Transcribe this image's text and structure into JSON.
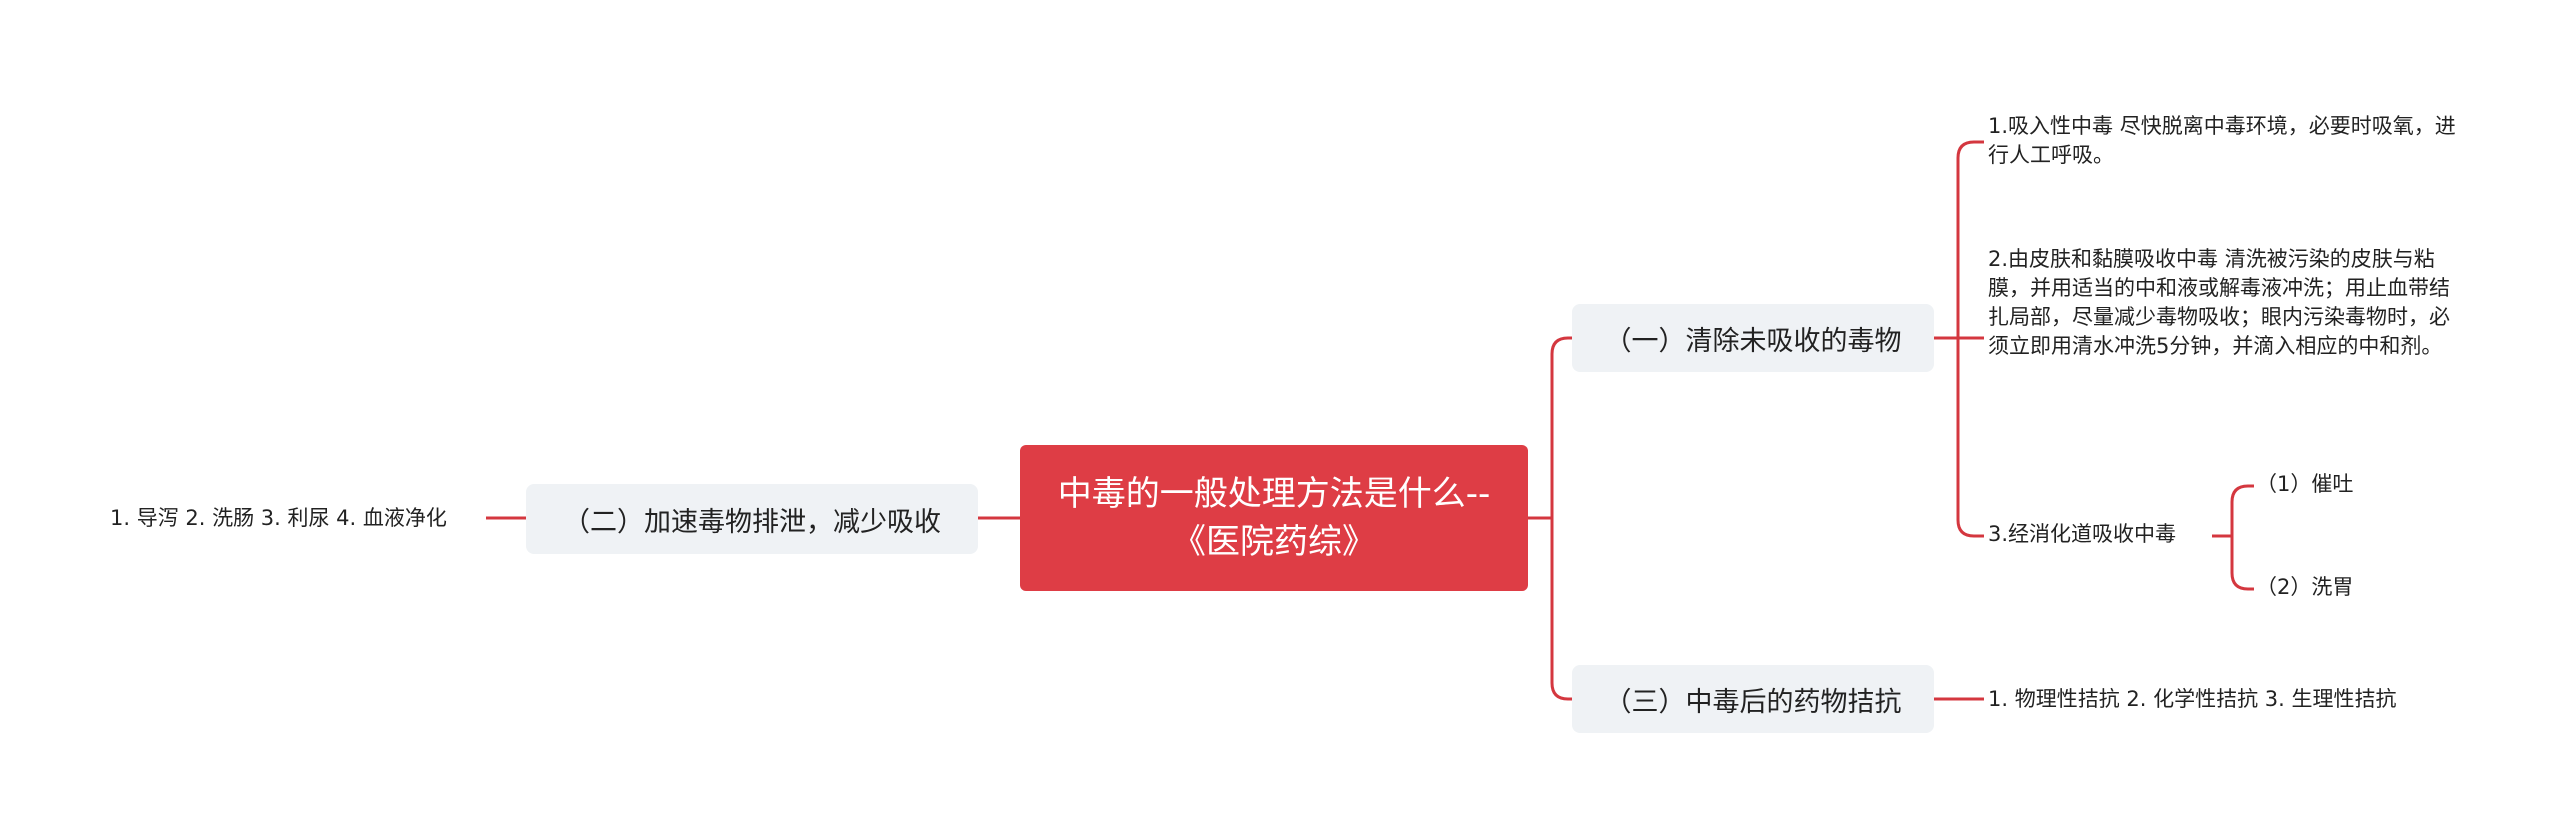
{
  "colors": {
    "root_fill": "#de3d45",
    "branch_fill": "#eff2f5",
    "line": "#d4373f",
    "text": "#222222"
  },
  "root": {
    "title": "中毒的一般处理方法是什么--《医院药综》"
  },
  "branches": {
    "b1": {
      "label": "（一）清除未吸收的毒物",
      "children": {
        "c1": "1.吸入性中毒 尽快脱离中毒环境，必要时吸氧，进行人工呼吸。",
        "c2": "2.由皮肤和黏膜吸收中毒 清洗被污染的皮肤与粘膜，并用适当的中和液或解毒液冲洗；用止血带结扎局部，尽量减少毒物吸收；眼内污染毒物时，必须立即用清水冲洗5分钟，并滴入相应的中和剂。",
        "c3": {
          "label": "3.经消化道吸收中毒",
          "children": {
            "g1": "（1）催吐",
            "g2": "（2）洗胃"
          }
        }
      }
    },
    "b2": {
      "label": "（二）加速毒物排泄，减少吸收",
      "child": "1. 导泻 2. 洗肠 3. 利尿 4. 血液净化"
    },
    "b3": {
      "label": "（三）中毒后的药物拮抗",
      "child": "1. 物理性拮抗 2. 化学性拮抗 3. 生理性拮抗"
    }
  }
}
